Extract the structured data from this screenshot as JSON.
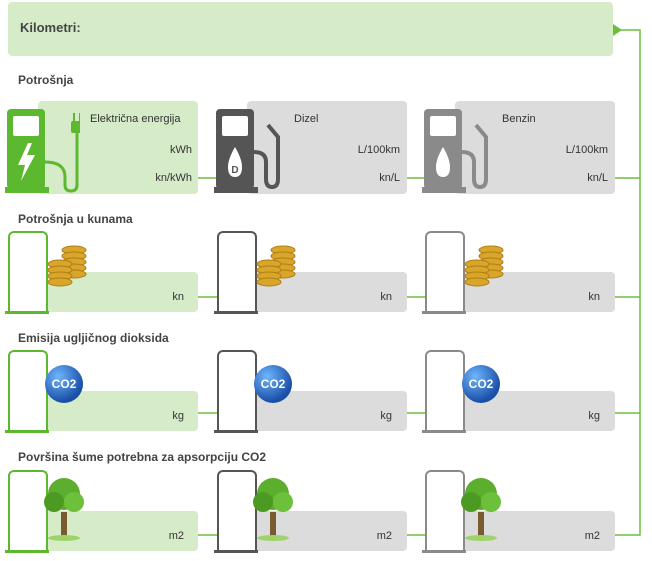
{
  "header": {
    "label": "Kilometri:"
  },
  "sections": {
    "consumption": {
      "title": "Potrošnja",
      "electric": {
        "name": "Električna energija",
        "unit1": "kWh",
        "unit2": "kn/kWh"
      },
      "diesel": {
        "name": "Dizel",
        "unit1": "L/100km",
        "unit2": "kn/L"
      },
      "petrol": {
        "name": "Benzin",
        "unit1": "L/100km",
        "unit2": "kn/L"
      }
    },
    "cost": {
      "title": "Potrošnja u kunama",
      "unit": "kn"
    },
    "emission": {
      "title": "Emisija ugljičnog dioksida",
      "unit": "kg",
      "badge": "CO2"
    },
    "forest": {
      "title": "Površina šume potrebna za apsorpciju CO2",
      "unit": "m2"
    }
  },
  "colors": {
    "green": "#5cb82e",
    "greenPanel": "#d6ecc8",
    "gray": "#dcdcdc",
    "dark": "#555555",
    "mid": "#8a8a8a"
  }
}
